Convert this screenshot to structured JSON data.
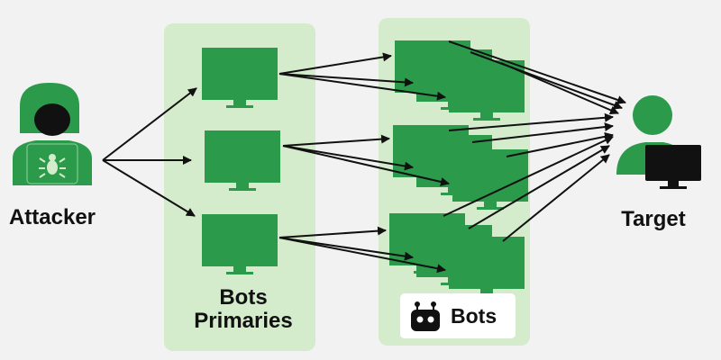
{
  "labels": {
    "attacker": "Attacker",
    "target": "Target",
    "primaries_line1": "Bots",
    "primaries_line2": "Primaries",
    "bots": "Bots"
  },
  "colors": {
    "bot_green": "#2c9a4b",
    "panel_green": "#d4ebcc",
    "screen_black": "#111111",
    "arrow": "#111111",
    "background": "#f2f2f2"
  },
  "icons": {
    "attacker": "hooded-hacker-bug-icon",
    "target": "user-with-monitor-icon",
    "bots_badge": "robot-icon",
    "primary_bot": "monitor-icon",
    "bot": "monitor-icon"
  }
}
